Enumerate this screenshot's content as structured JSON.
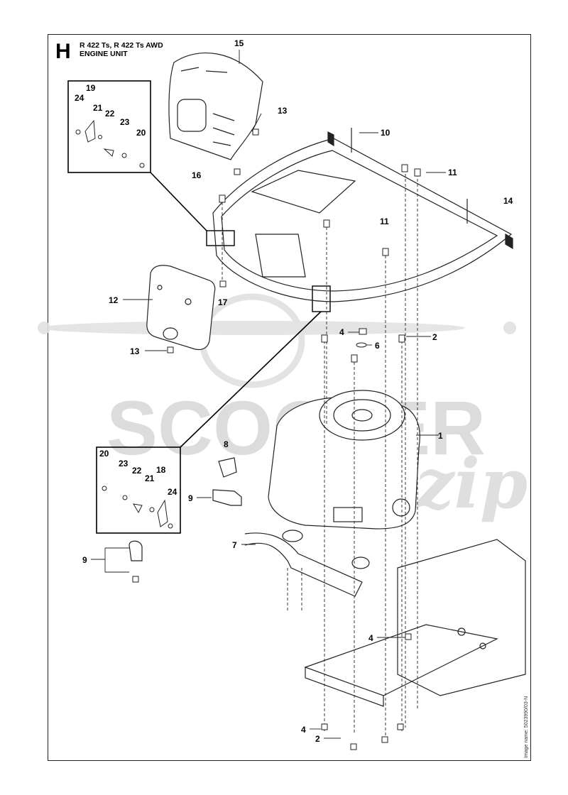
{
  "header": {
    "section_letter": "H",
    "model_line": "R 422 Ts, R 422 Ts AWD",
    "subtitle": "ENGINE UNIT"
  },
  "image_name": "Image name: 5023990/03-N",
  "watermark": {
    "brand_text": "SCOOTER",
    "script_text": "zip"
  },
  "callouts": [
    {
      "id": "c1",
      "text": "1"
    },
    {
      "id": "c2a",
      "text": "2"
    },
    {
      "id": "c2b",
      "text": "2"
    },
    {
      "id": "c4a",
      "text": "4"
    },
    {
      "id": "c4b",
      "text": "4"
    },
    {
      "id": "c4c",
      "text": "4"
    },
    {
      "id": "c6",
      "text": "6"
    },
    {
      "id": "c7",
      "text": "7"
    },
    {
      "id": "c8",
      "text": "8"
    },
    {
      "id": "c9a",
      "text": "9"
    },
    {
      "id": "c9b",
      "text": "9"
    },
    {
      "id": "c10",
      "text": "10"
    },
    {
      "id": "c11a",
      "text": "11"
    },
    {
      "id": "c11b",
      "text": "11"
    },
    {
      "id": "c12",
      "text": "12"
    },
    {
      "id": "c13a",
      "text": "13"
    },
    {
      "id": "c13b",
      "text": "13"
    },
    {
      "id": "c14",
      "text": "14"
    },
    {
      "id": "c15",
      "text": "15"
    },
    {
      "id": "c16",
      "text": "16"
    },
    {
      "id": "c17",
      "text": "17"
    },
    {
      "id": "c19",
      "text": "19"
    },
    {
      "id": "c21a",
      "text": "21"
    },
    {
      "id": "c22a",
      "text": "22"
    },
    {
      "id": "c23a",
      "text": "23"
    },
    {
      "id": "c24a",
      "text": "24"
    },
    {
      "id": "c20a",
      "text": "20"
    },
    {
      "id": "c20b",
      "text": "20"
    },
    {
      "id": "c23b",
      "text": "23"
    },
    {
      "id": "c22b",
      "text": "22"
    },
    {
      "id": "c18",
      "text": "18"
    },
    {
      "id": "c21b",
      "text": "21"
    },
    {
      "id": "c24b",
      "text": "24"
    }
  ]
}
